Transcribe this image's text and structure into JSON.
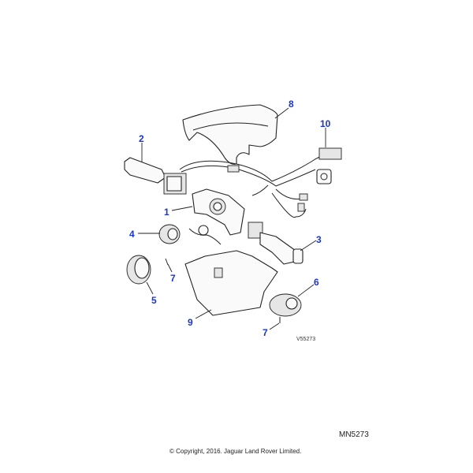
{
  "diagram": {
    "callouts": [
      "1",
      "2",
      "3",
      "4",
      "5",
      "6",
      "7",
      "8",
      "9",
      "10",
      "7"
    ],
    "reference_code": "V55273",
    "colors": {
      "callout": "#1a35d6",
      "line": "#222222"
    }
  },
  "footer": {
    "drawing_number": "MN5273",
    "copyright": "© Copyright, 2016. Jaguar Land Rover Limited."
  }
}
